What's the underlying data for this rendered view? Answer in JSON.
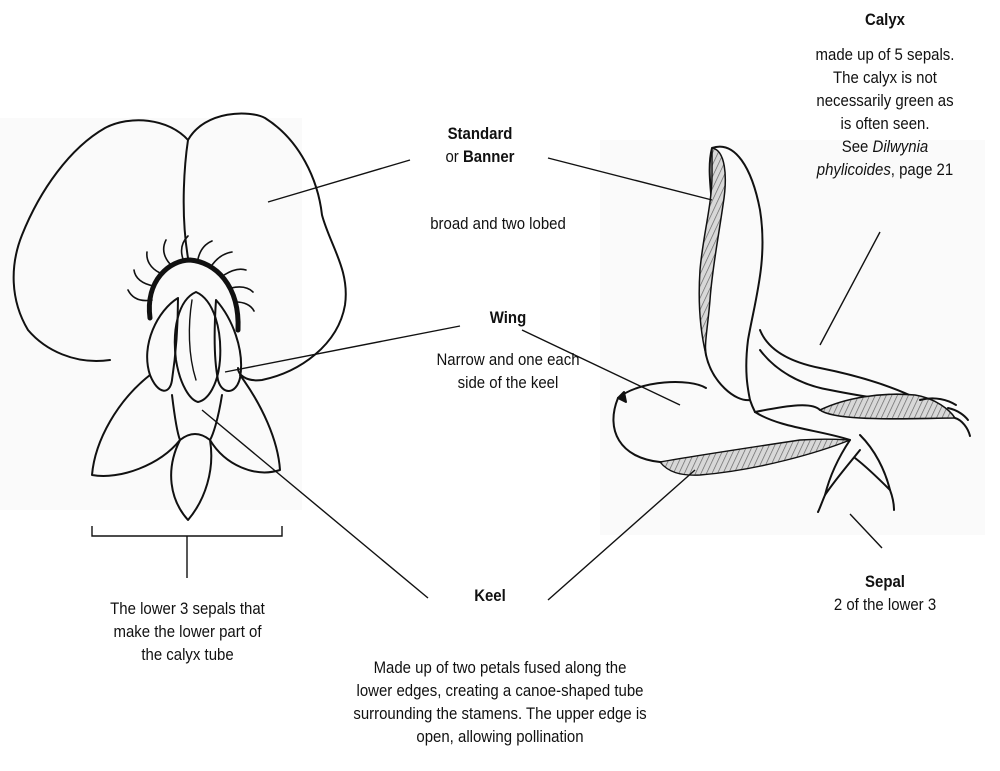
{
  "labels": {
    "standard": {
      "term": "Standard",
      "connector": "or",
      "alt_term": "Banner",
      "description": "broad and two lobed"
    },
    "wing": {
      "term": "Wing",
      "description_line1": "Narrow and one each",
      "description_line2": "side of the keel"
    },
    "keel": {
      "term": "Keel",
      "description_lines": [
        "Made up of two petals fused along the",
        "lower edges, creating a canoe-shaped tube",
        "surrounding the stamens. The upper edge is",
        "open, allowing pollination"
      ]
    },
    "calyx": {
      "term": "Calyx",
      "line1": "made up of 5 sepals.",
      "line2": "The calyx is not",
      "line3": "necessarily green as",
      "line4": "is often seen.",
      "line5_prefix": "See",
      "species_genus": "Dilwynia",
      "species_epithet": "phylicoides",
      "page_ref": ", page 21"
    },
    "sepal": {
      "term": "Sepal",
      "description": "2 of the lower 3"
    },
    "lower_sepals": {
      "lines": [
        "The lower 3 sepals that",
        "make the lower part of",
        "the calyx tube"
      ]
    }
  },
  "colors": {
    "ink": "#111111",
    "background": "#ffffff",
    "drawing_panel": "#fafafa",
    "shading": "#8a8a8a"
  }
}
